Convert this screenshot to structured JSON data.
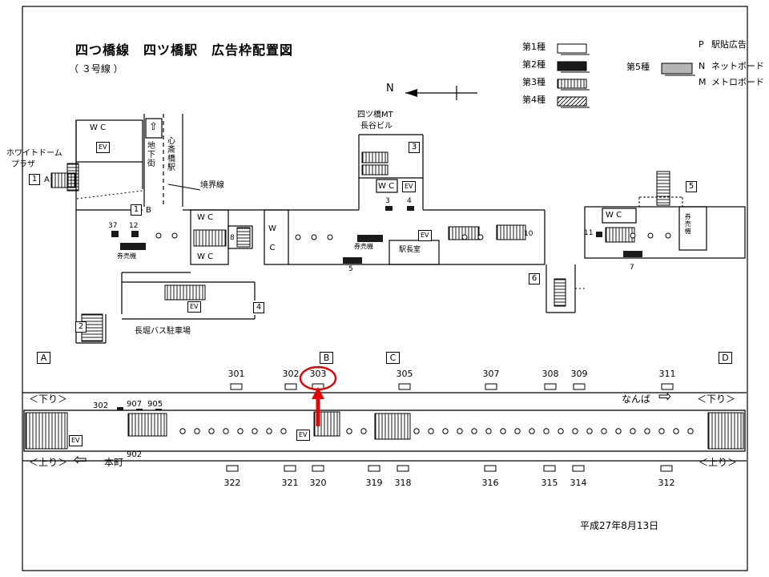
{
  "header": {
    "title": "四つ橋線　四ツ橋駅　広告枠配置図",
    "subtitle": "（ ３号線 ）"
  },
  "legend": {
    "type1": "第1種",
    "type2": "第2種",
    "type3": "第3種",
    "type4": "第4種",
    "type5": "第5種",
    "p": "P",
    "p_text": "駅貼広告",
    "n": "N",
    "n_text": "ネットボード",
    "m": "M",
    "m_text": "メトロボード"
  },
  "compass": {
    "n": "N"
  },
  "floorplan": {
    "white_dome_1": "ホワイトドーム",
    "white_dome_2": "プラザ",
    "exit_1": "1",
    "exit_1a_letter": "A",
    "exit_1b_letter": "B",
    "exit_2": "2",
    "exit_3": "3",
    "exit_4": "4",
    "exit_5": "5",
    "exit_6": "6",
    "wc": "W C",
    "ev": "EV",
    "up_arrow": "⇧",
    "chikagai": "地下街",
    "shinsaibashi": "心斎橋駅",
    "kyokaisen": "境界線",
    "num_37": "37",
    "num_12": "12",
    "num_8": "8",
    "num_10": "10",
    "num_11": "11",
    "num_7": "7",
    "num_5": "5",
    "num_3": "3",
    "num_4": "4",
    "kenbaiki": "券売機",
    "ekichoshitsu": "駅長室",
    "nagahori": "長堀バス駐車場",
    "mt_bldg_1": "四ツ橋MT",
    "mt_bldg_2": "長谷ビル"
  },
  "platform": {
    "sections": [
      "A",
      "B",
      "C",
      "D"
    ],
    "top_numbers": [
      "301",
      "302",
      "303",
      "305",
      "307",
      "308",
      "309",
      "311"
    ],
    "bottom_numbers": [
      "322",
      "321",
      "320",
      "319",
      "318",
      "316",
      "315",
      "314",
      "312"
    ],
    "left_numbers": {
      "n302": "302",
      "n907": "907",
      "n905": "905",
      "n902": "902"
    },
    "kudari": "＜下り＞",
    "nobori": "＜上り＞",
    "namba": "なんば",
    "hommachi": "本町",
    "arrow_right": "⇨",
    "arrow_left": "⇦",
    "ev": "EV",
    "highlighted": "303"
  },
  "footer": {
    "date": "平成27年8月13日"
  }
}
